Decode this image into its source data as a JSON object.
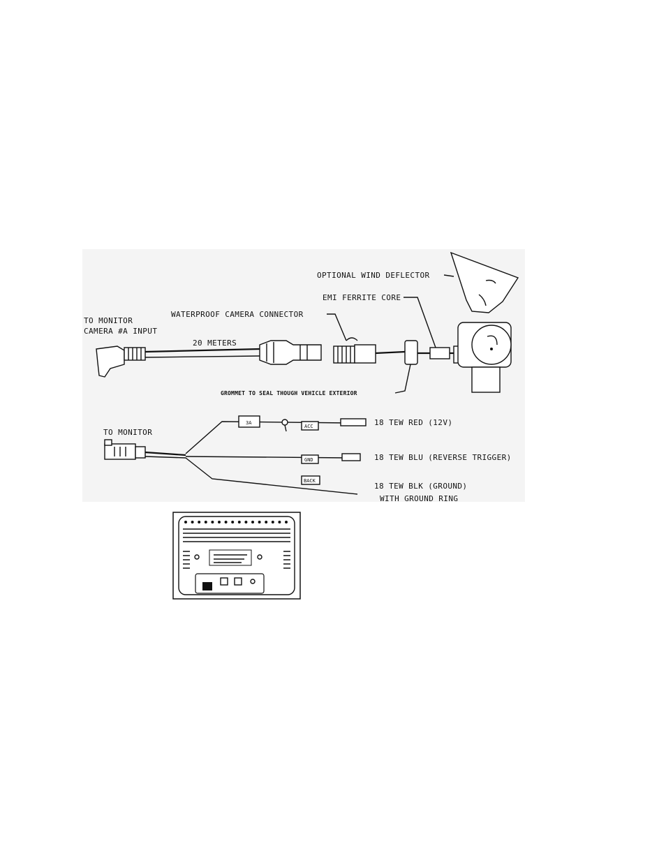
{
  "labels": {
    "wind_deflector": "OPTIONAL WIND DEFLECTOR",
    "ferrite_core": "EMI FERRITE CORE",
    "waterproof_connector": "WATERPROOF CAMERA CONNECTOR",
    "to_monitor_cam_line1": "TO MONITOR",
    "to_monitor_cam_line2": "CAMERA #A INPUT",
    "cable_length": "20 METERS",
    "grommet": "GROMMET TO SEAL THOUGH VEHICLE EXTERIOR",
    "to_monitor_power": "TO MONITOR",
    "wire_red": "18 TEW RED (12V)",
    "wire_blu": "18 TEW BLU (REVERSE TRIGGER)",
    "wire_blk_line1": "18 TEW BLK (GROUND)",
    "wire_blk_line2": "WITH GROUND RING",
    "fuse_tag": "3A",
    "acc_tag": "ACC",
    "gnd_tag": "GND",
    "back_tag": "BACK"
  }
}
